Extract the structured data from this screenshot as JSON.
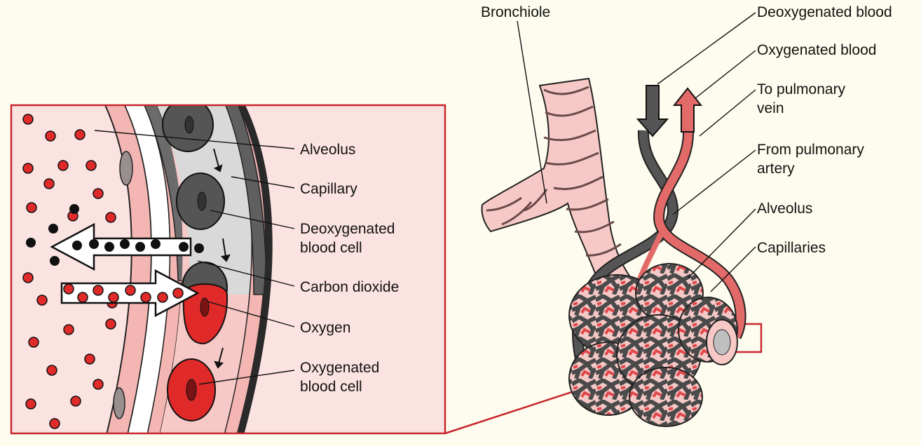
{
  "colors": {
    "background": "#fdfcee",
    "frame": "#c8262e",
    "oxygenated": "#e02a2a",
    "deoxygenated": "#555555",
    "tissue": "#f7c9c6"
  },
  "inset": {
    "labels": {
      "alveolus": "Alveolus",
      "capillary": "Capillary",
      "deoxygenated_cell": "Deoxygenated\nblood cell",
      "carbon_dioxide": "Carbon dioxide",
      "oxygen": "Oxygen",
      "oxygenated_cell": "Oxygenated\nblood cell"
    }
  },
  "lung": {
    "labels": {
      "bronchiole": "Bronchiole",
      "deoxygenated_blood": "Deoxygenated blood",
      "oxygenated_blood": "Oxygenated blood",
      "to_pulmonary_vein": "To pulmonary\nvein",
      "from_pulmonary_artery": "From pulmonary\nartery",
      "alveolus": "Alveolus",
      "capillaries": "Capillaries"
    }
  }
}
